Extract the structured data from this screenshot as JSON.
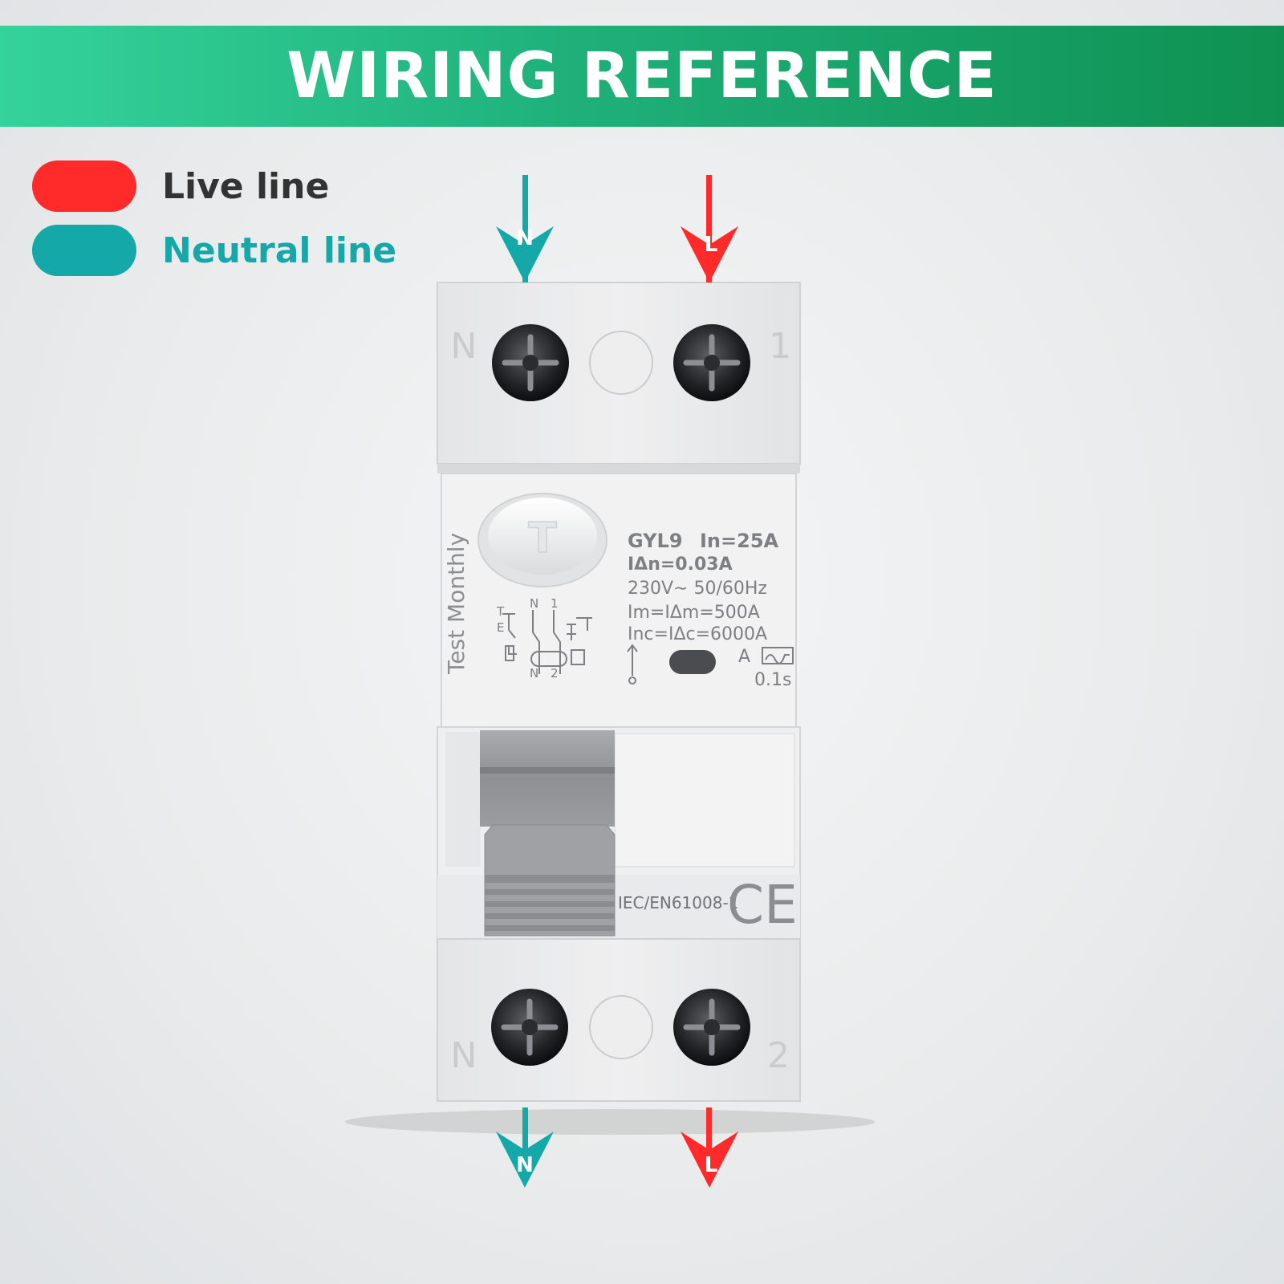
{
  "banner": {
    "title": "WIRING REFERENCE",
    "color_start": "#34d39b",
    "color_end": "#0f9152"
  },
  "legend": [
    {
      "label": "Live line",
      "color": "#ff2a2a",
      "text_color": "#333333"
    },
    {
      "label": "Neutral line",
      "color": "#14a8a8",
      "text_color": "#14a8a8"
    }
  ],
  "wires": {
    "top_neutral_label": "N",
    "top_live_label": "L",
    "bottom_neutral_label": "N",
    "bottom_live_label": "L"
  },
  "device": {
    "terminal_top_left": "N",
    "terminal_top_right": "1",
    "terminal_bottom_left": "N",
    "terminal_bottom_right": "2",
    "test_button": "T",
    "test_note": "Test Monthly",
    "model": "GYL9",
    "rated_current": "In=25A",
    "residual_current": "IΔn=0.03A",
    "voltage": "230V∼ 50/60Hz",
    "making_capacity": "Im=IΔm=500A",
    "conditional_current": "Inc=IΔc=6000A",
    "type": "A",
    "trip_time": "0.1s",
    "standard": "IEC/EN61008-1",
    "certification": "CE",
    "schematic_labels": {
      "t": "T",
      "e": "E",
      "n_top": "N",
      "one": "1",
      "n_bottom": "N",
      "two": "2"
    }
  }
}
